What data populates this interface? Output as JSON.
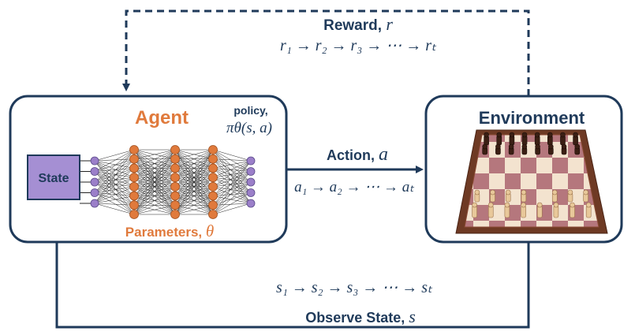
{
  "colors": {
    "navy": "#1f3a5a",
    "orange": "#e07a3c",
    "purple": "#9b7fc9",
    "state_fill": "#a58fd3"
  },
  "reward": {
    "label": "Reward, ",
    "symbol": "r",
    "sequence": "r₁ → r₂ → r₃ → ⋯ → rₜ"
  },
  "agent": {
    "title": "Agent",
    "policy_label": "policy,",
    "policy_expr": "πθ(s, a)",
    "state_label": "State",
    "parameters_label": "Parameters, ",
    "parameters_symbol": "θ"
  },
  "action": {
    "label": "Action, ",
    "symbol": "a",
    "sequence": "a₁ → a₂ → ⋯ → aₜ"
  },
  "environment": {
    "title": "Environment",
    "board_icon": "chessboard-icon"
  },
  "observe": {
    "label": "Observe State, ",
    "symbol": "s",
    "sequence": "s₁ → s₂ → s₃ → ⋯ → sₜ"
  },
  "network": {
    "layer_sizes": [
      5,
      8,
      8,
      8,
      5
    ]
  }
}
